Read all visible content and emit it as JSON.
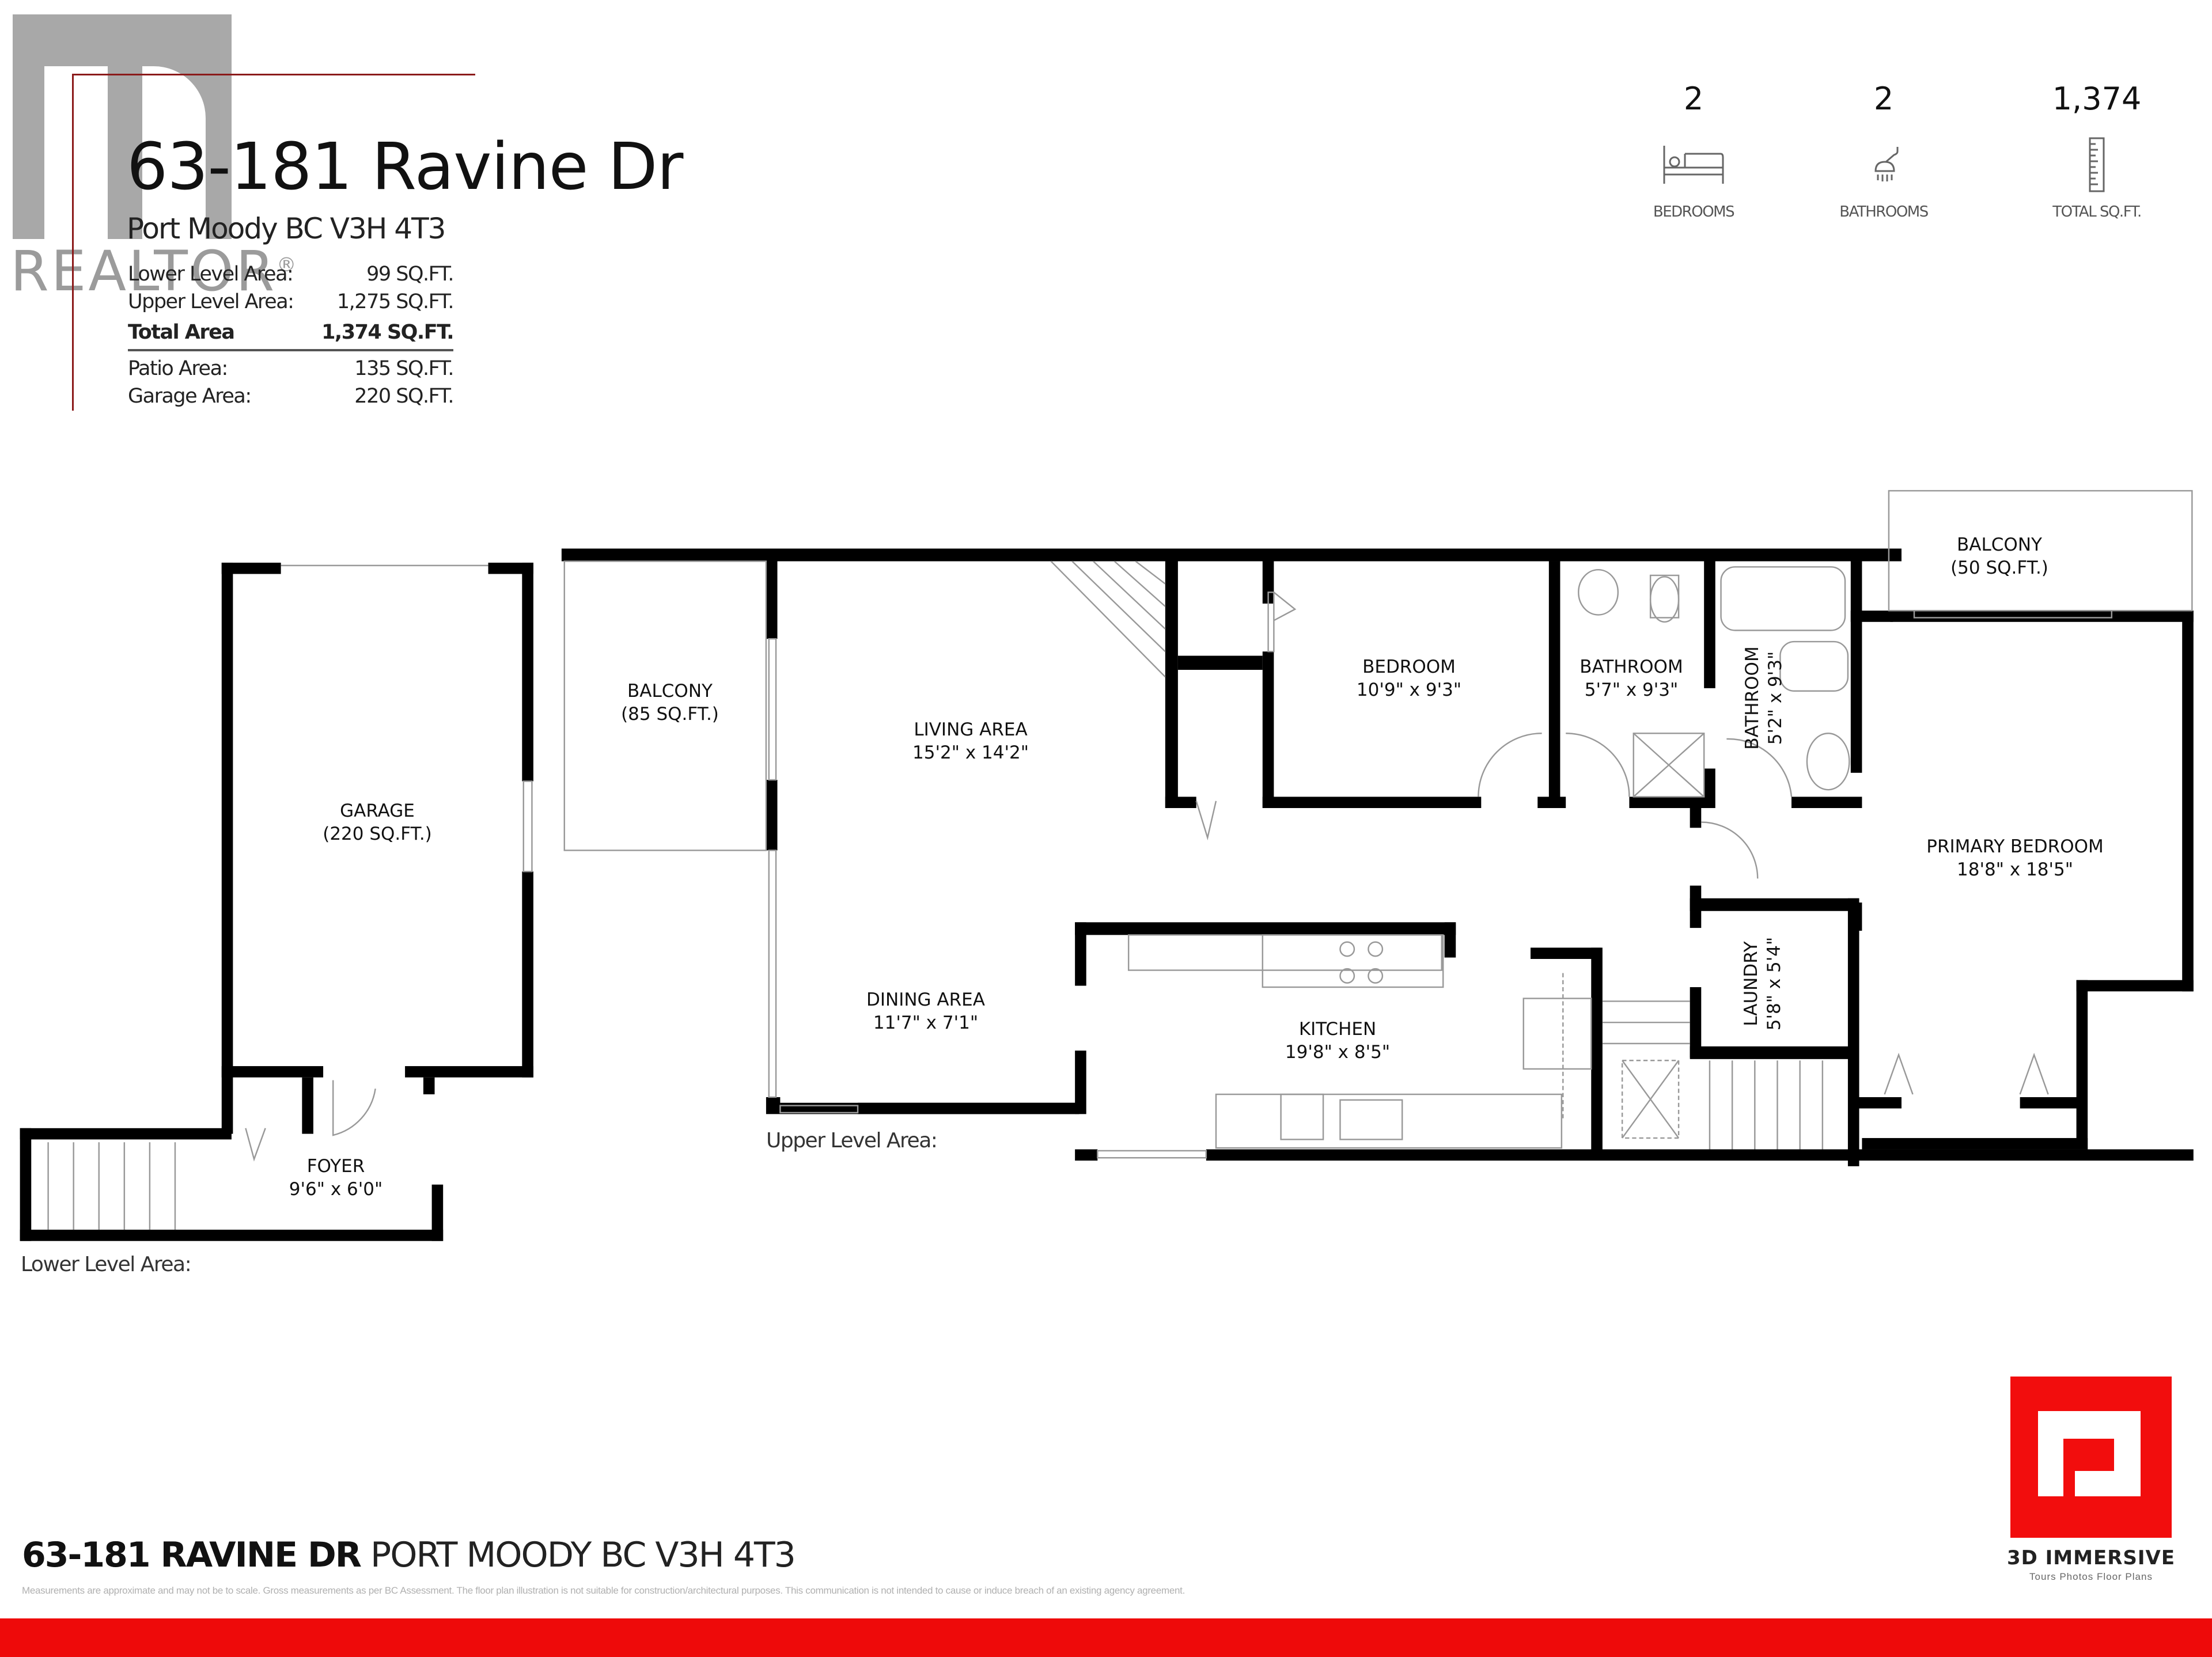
{
  "header": {
    "address_title": "63-181 Ravine Dr",
    "city_line": "Port Moody BC V3H 4T3",
    "watermark": "REALTOR",
    "watermark_mark": "®"
  },
  "areas": {
    "lower": {
      "label": "Lower Level Area:",
      "value": "99 SQ.FT."
    },
    "upper": {
      "label": "Upper Level Area:",
      "value": "1,275 SQ.FT."
    },
    "total": {
      "label": "Total Area",
      "value": "1,374 SQ.FT."
    },
    "patio": {
      "label": "Patio Area:",
      "value": "135 SQ.FT."
    },
    "garage": {
      "label": "Garage Area:",
      "value": "220 SQ.FT."
    }
  },
  "stats": {
    "bedrooms": {
      "value": "2",
      "label": "BEDROOMS",
      "icon": "bed-icon"
    },
    "bathrooms": {
      "value": "2",
      "label": "BATHROOMS",
      "icon": "shower-icon"
    },
    "sqft": {
      "value": "1,374",
      "label": "TOTAL SQ.FT.",
      "icon": "ruler-icon"
    }
  },
  "rooms": {
    "garage": {
      "name": "GARAGE",
      "size": "(220 SQ.FT.)"
    },
    "foyer": {
      "name": "FOYER",
      "size": "9'6\" x 6'0\""
    },
    "balcony_west": {
      "name": "BALCONY",
      "size": "(85 SQ.FT.)"
    },
    "living": {
      "name": "LIVING AREA",
      "size": "15'2\" x 14'2\""
    },
    "dining": {
      "name": "DINING AREA",
      "size": "11'7\" x 7'1\""
    },
    "kitchen": {
      "name": "KITCHEN",
      "size": "19'8\" x 8'5\""
    },
    "bedroom": {
      "name": "BEDROOM",
      "size": "10'9\" x 9'3\""
    },
    "bathroom1": {
      "name": "BATHROOM",
      "size": "5'7\" x 9'3\""
    },
    "bathroom2": {
      "name": "BATHROOM",
      "size": "5'2\" x 9'3\""
    },
    "laundry": {
      "name": "LAUNDRY",
      "size": "5'8\" x 5'4\""
    },
    "primary": {
      "name": "PRIMARY BEDROOM",
      "size": "18'8\" x 18'5\""
    },
    "balcony_east": {
      "name": "BALCONY",
      "size": "(50 SQ.FT.)"
    }
  },
  "levels": {
    "upper_label": "Upper Level Area:",
    "lower_label": "Lower Level Area:"
  },
  "footer": {
    "address_bold": "63-181 RAVINE DR",
    "address_rest": "PORT MOODY BC V3H 4T3",
    "disclaimer": "Measurements are approximate and may not be to scale. Gross measurements as per BC Assessment. The floor plan illustration is not suitable for construction/architectural purposes. This communication is not intended to cause or induce breach of an existing agency agreement.",
    "bar_color": "#ee0a0a"
  },
  "brand": {
    "name": "3D IMMERSIVE",
    "tagline": "Tours  Photos  Floor Plans",
    "color": "#f20d0d"
  }
}
